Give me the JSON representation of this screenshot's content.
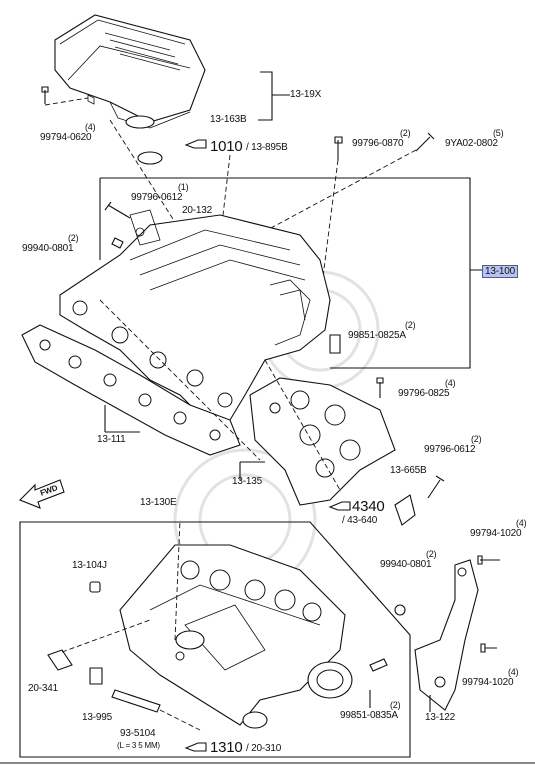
{
  "diagram": {
    "labels": {
      "p13_19x": "13-19X",
      "p13_163b": "13-163B",
      "p99794_0620_q": "(4)",
      "p99794_0620": "99794-0620",
      "ref1010_num": "1010",
      "ref1010_part": "/ 13-895B",
      "p99796_0870_q": "(2)",
      "p99796_0870": "99796-0870",
      "p9ya02_q": "(5)",
      "p9ya02": "9YA02-0802",
      "p99796_0612a_q": "(1)",
      "p99796_0612a": "99796-0612",
      "p20_132": "20-132",
      "p99940_0801a_q": "(2)",
      "p99940_0801a": "99940-0801",
      "p13_100": "13-100",
      "p99851_0825a_q": "(2)",
      "p99851_0825a": "99851-0825A",
      "p99796_0825_q": "(4)",
      "p99796_0825": "99796-0825",
      "p13_111": "13-111",
      "p13_135": "13-135",
      "p99796_0612b_q": "(2)",
      "p99796_0612b": "99796-0612",
      "p13_665b": "13-665B",
      "fwd": "FWD",
      "p13_130e": "13-130E",
      "ref4340_num": "4340",
      "ref4340_part": "/ 43-640",
      "p13_104j": "13-104J",
      "p99940_0801b_q": "(2)",
      "p99940_0801b": "99940-0801",
      "p99794_1020a_q": "(4)",
      "p99794_1020a": "99794-1020",
      "p20_341": "20-341",
      "p13_995": "13-995",
      "p93_5104": "93-5104",
      "p93_5104_len": "(L = 3 5 MM)",
      "p99851_0835a_q": "(2)",
      "p99851_0835a": "99851-0835A",
      "p99794_1020b_q": "(4)",
      "p99794_1020b": "99794-1020",
      "p13_122": "13-122",
      "ref1310_num": "1310",
      "ref1310_part": "/ 20-310"
    },
    "highlight_color": "#b8c4f0"
  }
}
